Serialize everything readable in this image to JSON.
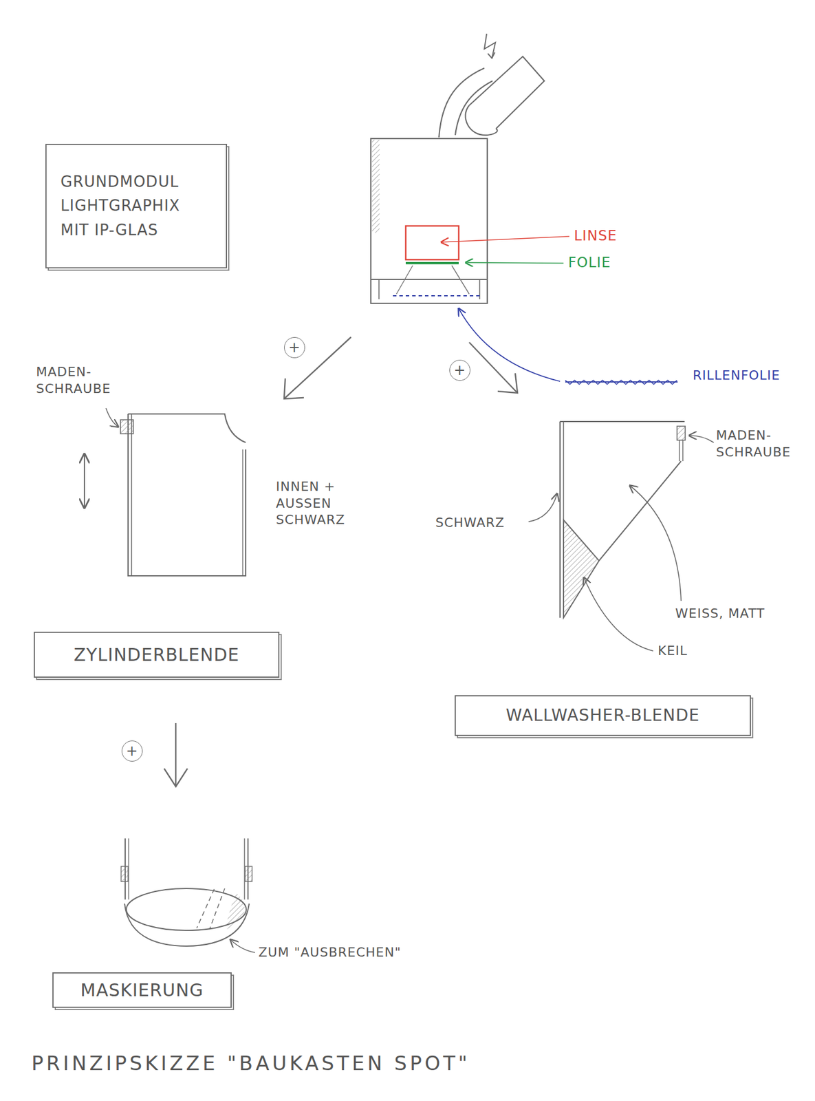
{
  "diagram": {
    "caption": "PRINZIPSKIZZE \"BAUKASTEN SPOT\"",
    "nodes": [
      {
        "text": [
          "GRUNDMODUL LIGHTGRAPHIX MIT IP-GLAS"
        ]
      },
      {
        "text": [
          "+"
        ]
      },
      {
        "text": [
          "+"
        ]
      },
      {
        "text": [
          "ZYLINDERBLENDE"
        ]
      },
      {
        "text": [
          "WALLWASHER-BLENDE"
        ]
      },
      {
        "text": [
          "+"
        ]
      },
      {
        "text": [
          "MASKIERUNG"
        ]
      }
    ],
    "labels": [
      "LINSE",
      "FOLIE",
      "RILLENFOLIE",
      "MADEN-SCHRAUBE",
      "INNEN + AUSSEN SCHWARZ",
      "MADEN-SCHRAUBE",
      "SCHWARZ",
      "WEISS, MATT",
      "KEIL",
      "ZUM \"AUSBRECHEN\""
    ]
  }
}
